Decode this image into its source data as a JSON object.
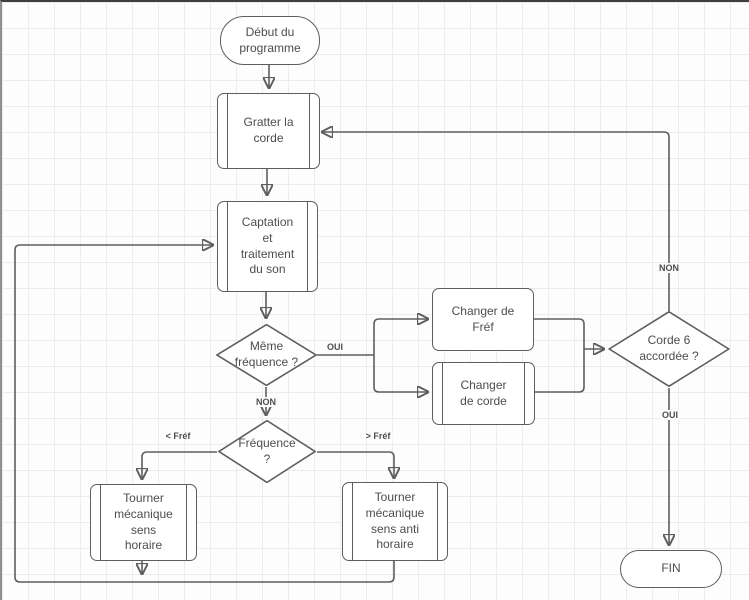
{
  "canvas": {
    "bg": "#fdfdfd",
    "grid_color": "#ececec",
    "stroke_color": "#5e5e5e",
    "text_color": "#4d4d4d"
  },
  "nodes": {
    "start": {
      "type": "terminator",
      "label": "Début du\nprogramme"
    },
    "gratter": {
      "type": "subroutine",
      "label": "Gratter la\ncorde"
    },
    "captation": {
      "type": "subroutine",
      "label": "Captation\net\ntraitement\ndu son"
    },
    "meme_frequence": {
      "type": "decision",
      "label": "Même\nfréquence ?"
    },
    "changer_fref": {
      "type": "process",
      "label": "Changer de\nFréf"
    },
    "changer_corde": {
      "type": "subroutine",
      "label": "Changer\nde corde"
    },
    "corde6": {
      "type": "decision",
      "label": "Corde 6\naccordée ?"
    },
    "frequence": {
      "type": "decision",
      "label": "Fréquence\n?"
    },
    "tourner_horaire": {
      "type": "subroutine",
      "label": "Tourner\nmécanique\nsens\nhoraire"
    },
    "tourner_anti": {
      "type": "subroutine",
      "label": "Tourner\nmécanique\nsens anti\nhoraire"
    },
    "fin": {
      "type": "terminator",
      "label": "FIN"
    }
  },
  "edge_labels": {
    "oui_meme_frequence": "OUI",
    "non_meme_frequence": "NON",
    "non_corde6": "NON",
    "oui_corde6": "OUI",
    "inf_fref": "< Fréf",
    "sup_fref": "> Fréf"
  }
}
